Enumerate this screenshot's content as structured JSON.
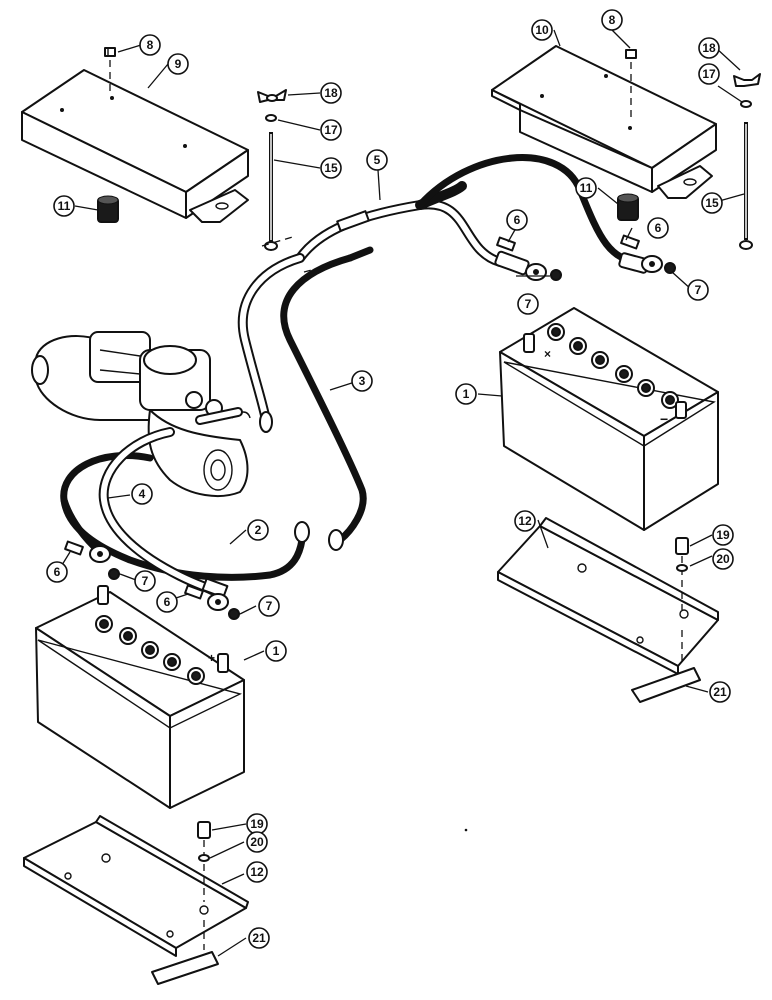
{
  "callouts": {
    "c1a": "1",
    "c1b": "1",
    "c2": "2",
    "c3": "3",
    "c4": "4",
    "c5": "5",
    "c6a": "6",
    "c6b": "6",
    "c6c": "6",
    "c6d": "6",
    "c7a": "7",
    "c7b": "7",
    "c7c": "7",
    "c7d": "7",
    "c8a": "8",
    "c8b": "8",
    "c9": "9",
    "c10": "10",
    "c11a": "11",
    "c11b": "11",
    "c12a": "12",
    "c12b": "12",
    "c15a": "15",
    "c15b": "15",
    "c17a": "17",
    "c17b": "17",
    "c18a": "18",
    "c18b": "18",
    "c19a": "19",
    "c19b": "19",
    "c20a": "20",
    "c20b": "20",
    "c21a": "21",
    "c21b": "21"
  },
  "battery_marks": {
    "plus": "+",
    "minus": "−",
    "plus_b": "×"
  }
}
